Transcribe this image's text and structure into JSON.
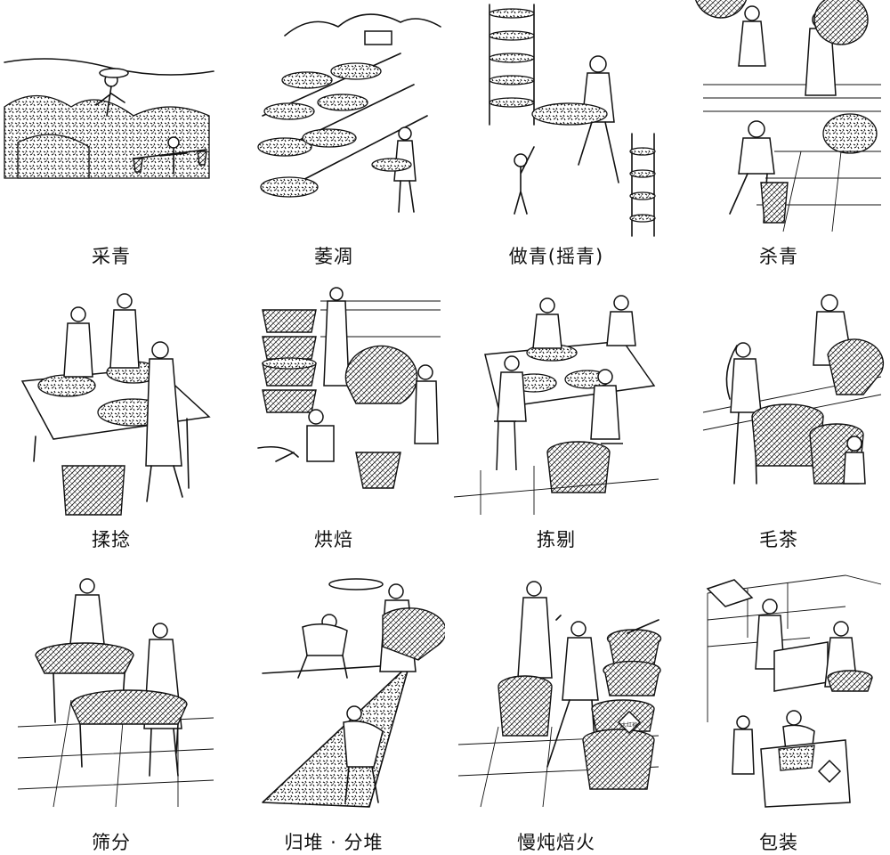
{
  "panels": [
    {
      "caption": "采青",
      "scene": "picking",
      "icon": "tea-picking-icon"
    },
    {
      "caption": "萎凋",
      "scene": "withering",
      "icon": "tea-withering-icon"
    },
    {
      "caption": "做青(摇青)",
      "scene": "shaking",
      "icon": "tea-shaking-icon"
    },
    {
      "caption": "杀青",
      "scene": "fixing",
      "icon": "tea-fixing-icon"
    },
    {
      "caption": "揉捻",
      "scene": "rolling",
      "icon": "tea-rolling-icon"
    },
    {
      "caption": "烘焙",
      "scene": "baking",
      "icon": "tea-baking-icon"
    },
    {
      "caption": "拣剔",
      "scene": "sorting",
      "icon": "tea-sorting-icon"
    },
    {
      "caption": "毛茶",
      "scene": "crude",
      "icon": "crude-tea-icon"
    },
    {
      "caption": "筛分",
      "scene": "sifting",
      "icon": "tea-sifting-icon"
    },
    {
      "caption": "归堆 · 分堆",
      "scene": "piling",
      "icon": "tea-piling-icon"
    },
    {
      "caption": "慢炖焙火",
      "scene": "slowfire",
      "icon": "slow-roasting-icon"
    },
    {
      "caption": "包装",
      "scene": "packing",
      "icon": "tea-packing-icon"
    }
  ],
  "box_label": "大红袍",
  "colors": {
    "ink": "#111111",
    "paper": "#ffffff"
  }
}
